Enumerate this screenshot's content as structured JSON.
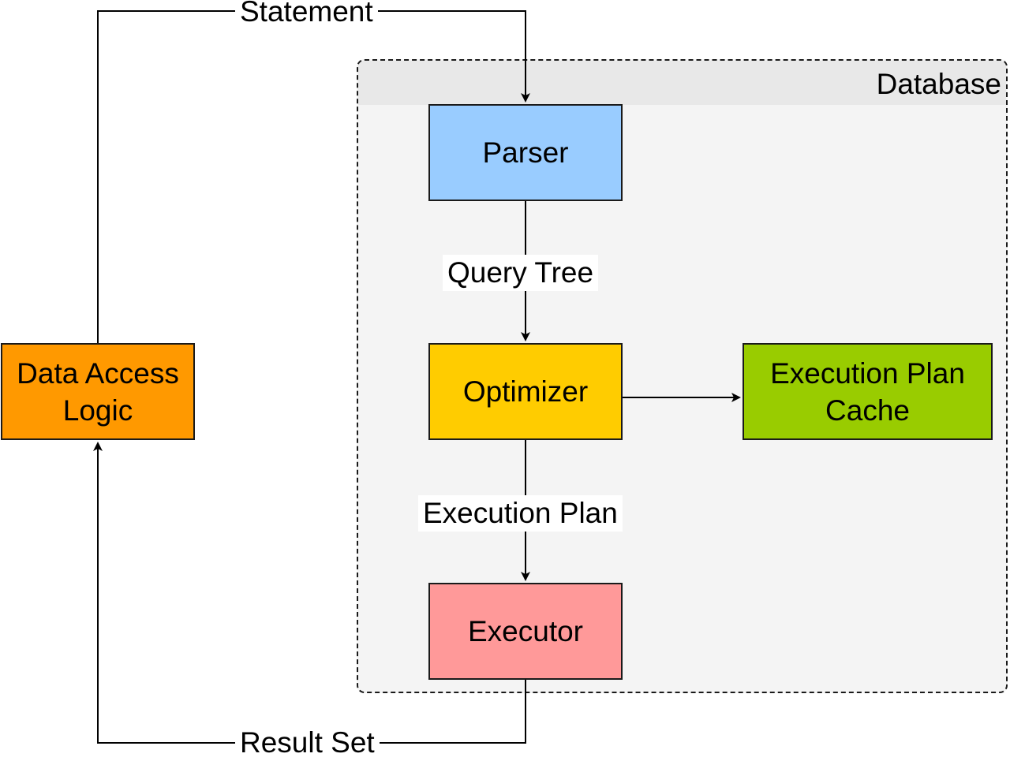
{
  "container": {
    "label": "Database",
    "bg": "#f4f4f4",
    "header_bg": "#e8e8e8"
  },
  "nodes": {
    "parser": {
      "label": "Parser",
      "color": "#99ccff"
    },
    "optimizer": {
      "label": "Optimizer",
      "color": "#ffcc00"
    },
    "executor": {
      "label": "Executor",
      "color": "#ff9999"
    },
    "cache": {
      "label": "Execution Plan\nCache",
      "color": "#99cc00"
    },
    "dal": {
      "label": "Data Access\nLogic",
      "color": "#ff9900"
    }
  },
  "edges": {
    "statement": "Statement",
    "query_tree": "Query Tree",
    "execution_plan": "Execution Plan",
    "result_set": "Result Set"
  }
}
